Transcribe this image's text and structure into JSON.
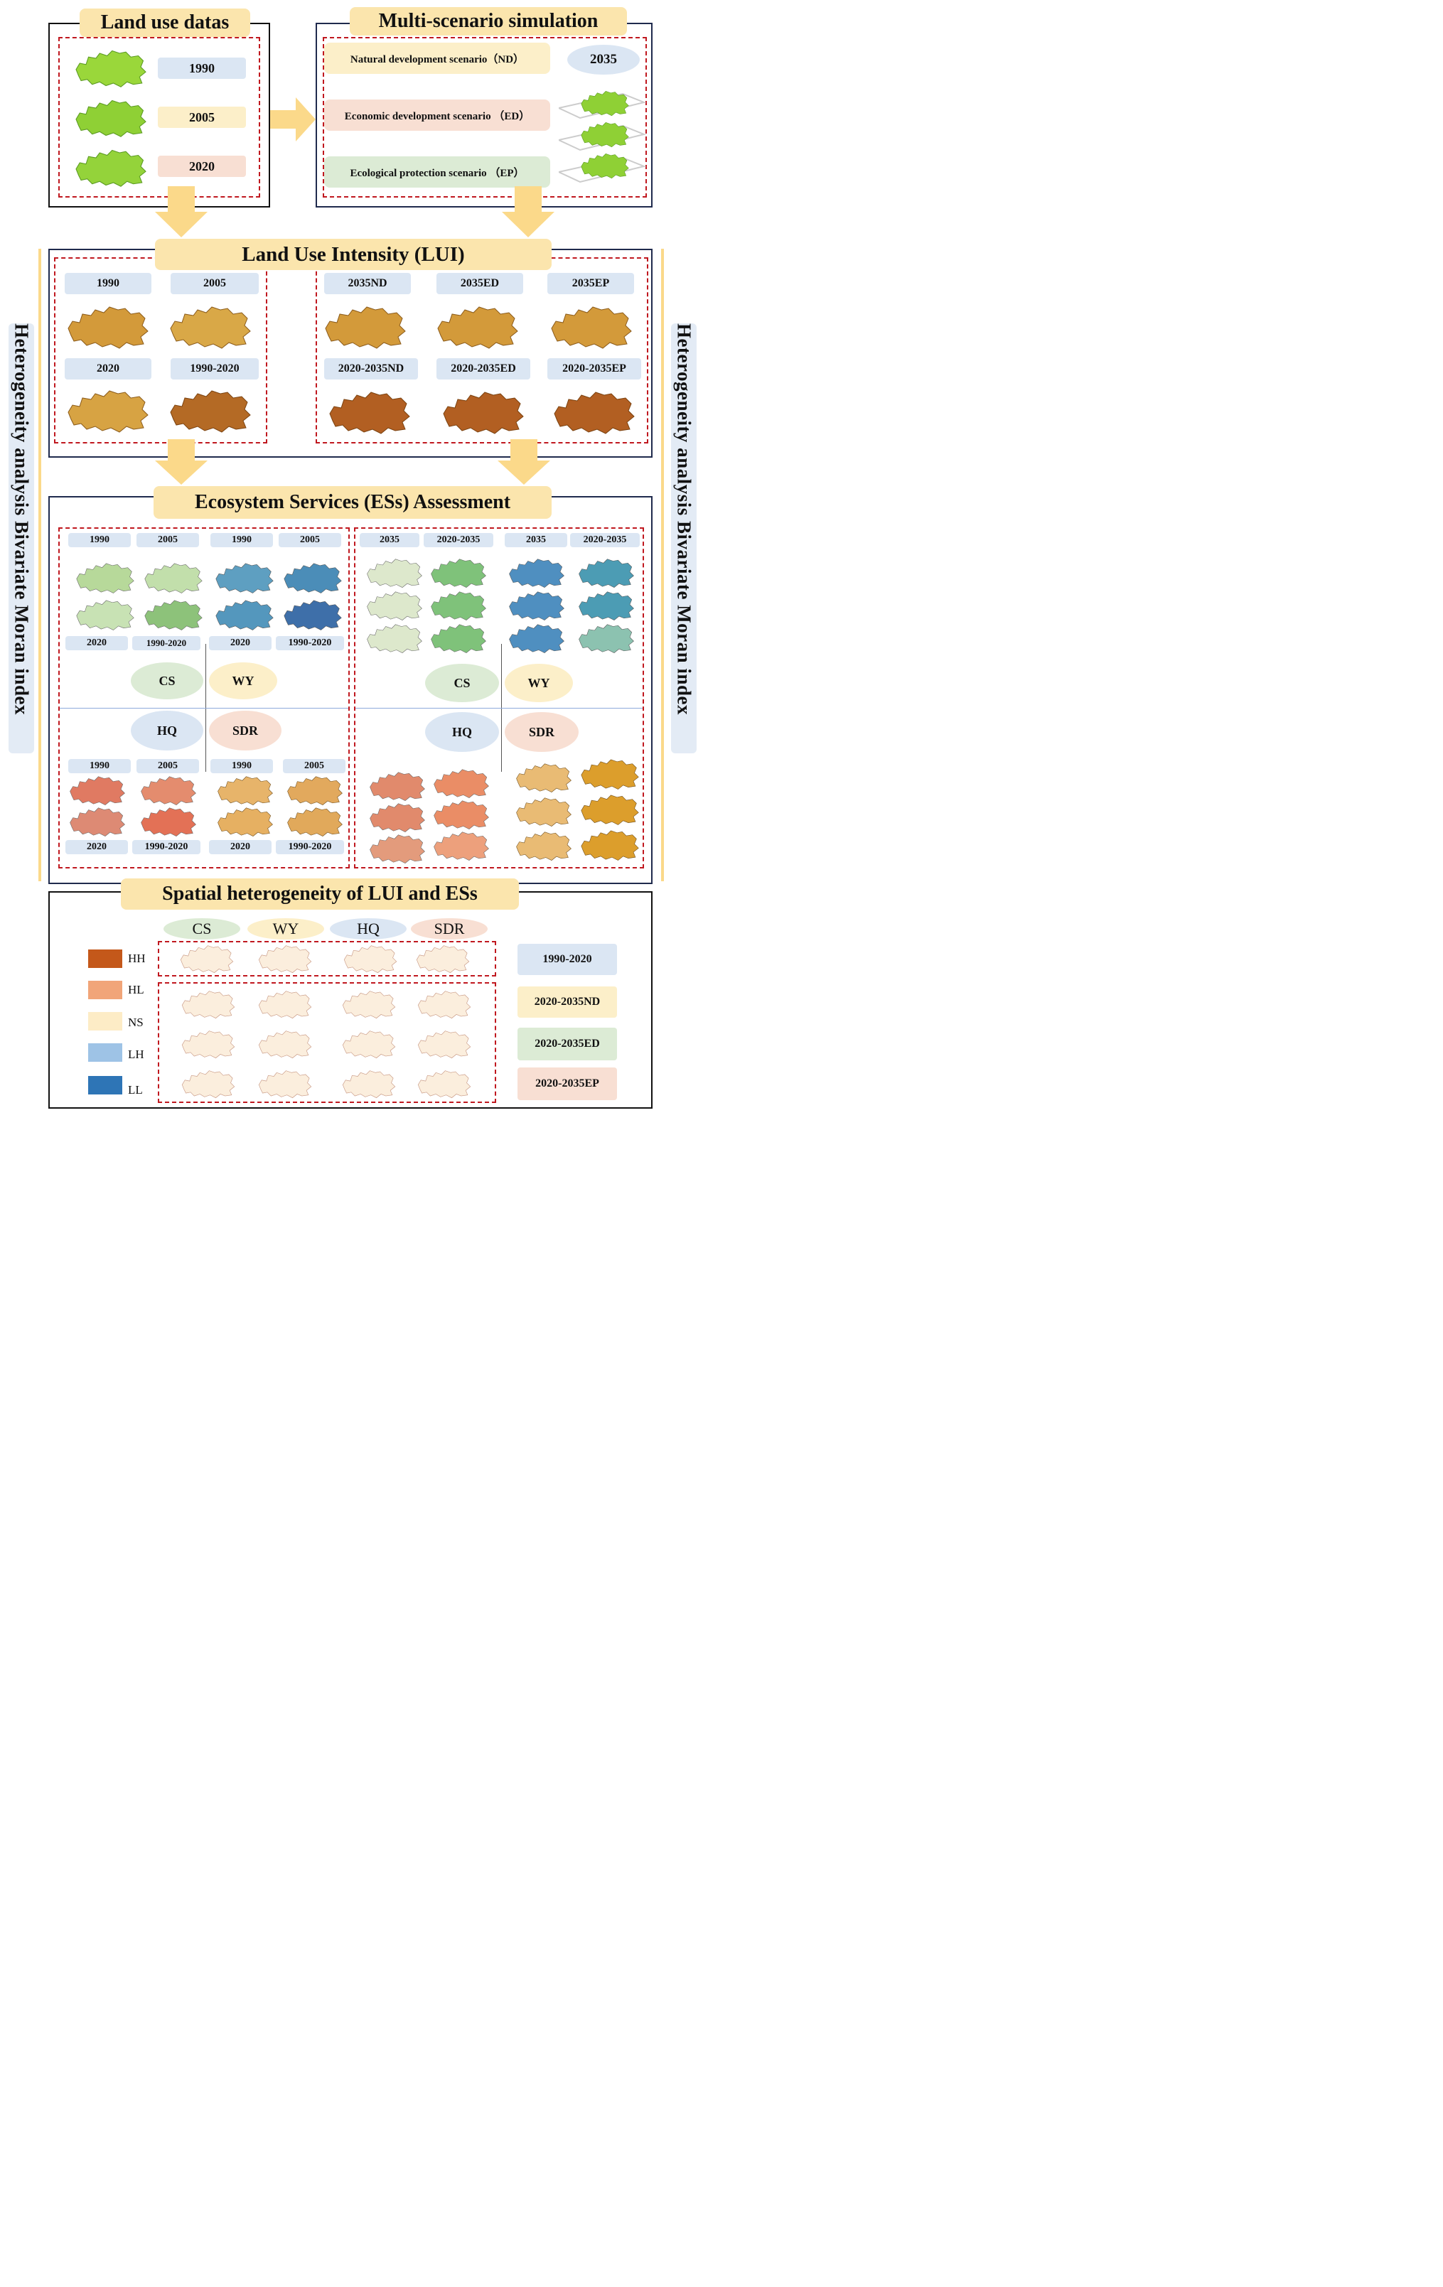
{
  "panels": {
    "land_use": {
      "title": "Land use datas",
      "years": [
        "1990",
        "2005",
        "2020"
      ]
    },
    "multi_scenario": {
      "title": "Multi-scenario simulation",
      "scenarios": [
        "Natural development scenario（ND）",
        "Economic development scenario （ED）",
        "Ecological protection scenario （EP）"
      ],
      "year": "2035"
    },
    "lui": {
      "title": "Land Use Intensity (LUI)",
      "left_labels": [
        "1990",
        "2005",
        "2020",
        "1990-2020"
      ],
      "right_labels": [
        "2035ND",
        "2035ED",
        "2035EP",
        "2020-2035ND",
        "2020-2035ED",
        "2020-2035EP"
      ]
    },
    "es": {
      "title": "Ecosystem Services (ESs) Assessment",
      "left_top_labels": [
        "1990",
        "2005",
        "1990",
        "2005"
      ],
      "left_mid_labels": [
        "2020",
        "1990-2020",
        "2020",
        "1990-2020"
      ],
      "left_bottom_top_labels": [
        "1990",
        "2005",
        "1990",
        "2005"
      ],
      "left_bottom_labels": [
        "2020",
        "1990-2020",
        "2020",
        "1990-2020"
      ],
      "right_top_labels": [
        "2035",
        "2020-2035",
        "2035",
        "2020-2035"
      ],
      "services": [
        "CS",
        "WY",
        "HQ",
        "SDR"
      ]
    },
    "spatial": {
      "title": "Spatial heterogeneity of LUI and ESs",
      "services": [
        "CS",
        "WY",
        "HQ",
        "SDR"
      ],
      "legend": [
        "HH",
        "HL",
        "NS",
        "LH",
        "LL"
      ],
      "periods": [
        "1990-2020",
        "2020-2035ND",
        "2020-2035ED",
        "2020-2035EP"
      ]
    }
  },
  "side_label": {
    "left": "Heterogeneity analysis Bivariate Moran index",
    "right": "Heterogeneity analysis Bivariate Moran index"
  },
  "colors": {
    "title_bg": "#fbe5ad",
    "dash": "#c0181f",
    "arrow": "#fbd98a",
    "hh": "#c4581a",
    "hl": "#f1a579",
    "ns": "#fdecc6",
    "lh": "#9ec3e6",
    "ll": "#2e75b6"
  }
}
